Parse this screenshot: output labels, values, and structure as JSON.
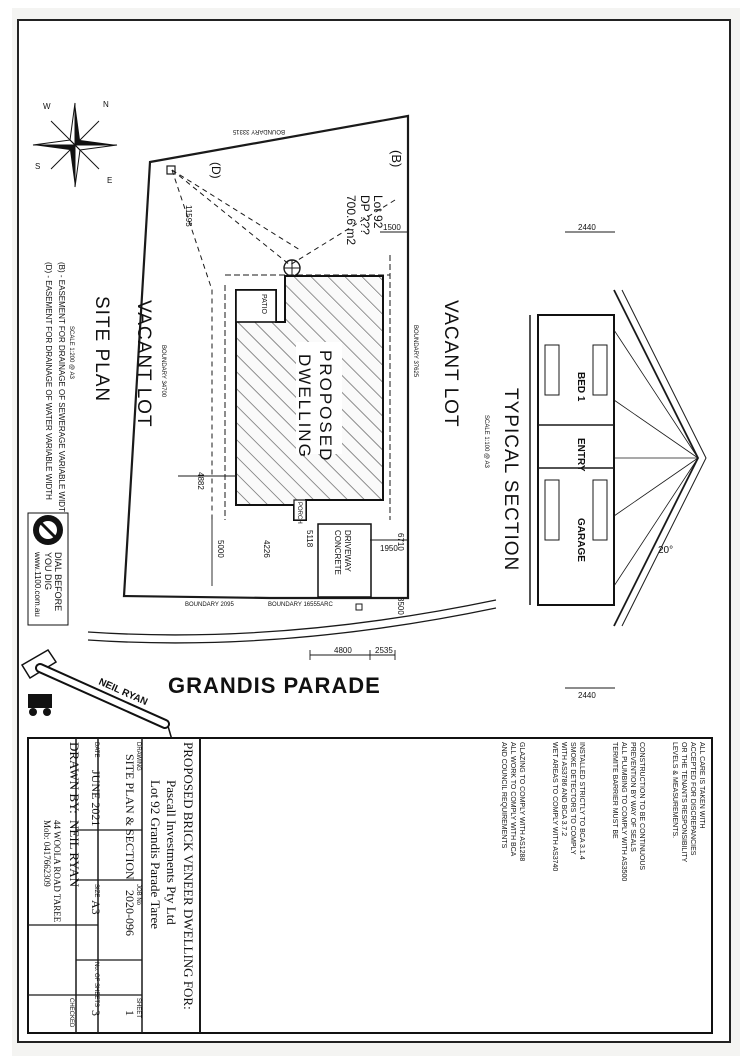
{
  "drawing": {
    "street": "GRANDIS PARADE",
    "site_plan_title": "SITE PLAN",
    "site_plan_scale": "SCALE 1:200 @ A3",
    "vacant_lot_left": "VACANT LOT",
    "vacant_lot_right": "VACANT LOT",
    "lot_label": "(B)",
    "lot_number": "Lot 92",
    "lot_dp": "DP ???",
    "lot_area": "700.6 m2",
    "easement_label": "(D)",
    "dwelling_line1": "PROPOSED",
    "dwelling_line2": "DWELLING",
    "patio": "PATIO",
    "porch": "PORCH",
    "driveway_line1": "DRIVEWAY",
    "driveway_line2": "CONCRETE",
    "boundary_top": "BOUNDARY 33315",
    "boundary_right": "BOUNDARY 37625",
    "boundary_left": "BOUNDARY 34700",
    "boundary_bottom_a": "BOUNDARY 2095",
    "boundary_bottom_b": "BOUNDARY 16555ARC",
    "dims": {
      "d1500": "1500",
      "d1950": "1950",
      "d6710": "6710",
      "d3500": "3500",
      "d4800": "4800",
      "d2535": "2535",
      "d4882": "4882",
      "d5000": "5000",
      "d4226": "4226",
      "d5118": "5118",
      "d11595": "11595",
      "d2440_top": "2440",
      "d2440_bottom": "2440"
    },
    "easement_note_b": "(B) - EASEMENT FOR DRAINAGE OF SEWERAGE VARIABLE WIDTH",
    "easement_note_d": "(D) - EASEMENT FOR DRAINAGE OF WATER VARIABLE WIDTH",
    "dial_before_line1": "DIAL BEFORE",
    "dial_before_line2": "YOU DIG",
    "dial_before_url": "www.1100.com.au",
    "section_title": "TYPICAL SECTION",
    "section_scale": "SCALE 1:100 @ A3",
    "section_entry": "ENTRY",
    "section_bed": "BED 1",
    "section_garage": "GARAGE",
    "section_pitch": "20°",
    "logo_text": "NEIL RYAN",
    "compass_letters": [
      "N",
      "E",
      "S",
      "W"
    ]
  },
  "title_block": {
    "project_line1": "PROPOSED BRICK VENEER DWELLING FOR:",
    "project_line2": "Pascall Investments Pty Ltd",
    "project_line3": "Lot 92 Grandis Parade  Taree",
    "drawing_label": "DRAWING",
    "drawing_value": "SITE PLAN & SECTION",
    "job_label": "JOB No",
    "job_value": "2020-096",
    "sheet_label": "SHEET",
    "sheet_value": "1",
    "sheets_label": "No. OF SHEETS",
    "sheets_value": "3",
    "date_label": "DATE",
    "date_value": "JUNE 2021",
    "drawn_label": "DRAWN BY:",
    "drawn_value": "NEIL RYAN",
    "address_line1": "44 WOOLA ROAD TAREE",
    "address_line2": "Mob: 0417662309",
    "checked_label": "CHECKED",
    "size_label": "SIZE",
    "size_value": "A3",
    "notes": [
      "ALL CARE IS TAKEN WITH",
      "ACCEPTED FOR DISCREPANCIES",
      "OR THE TENANTS RESPONSIBILITY",
      "LEVELS & MEASUREMENTS.",
      "CONSTRUCTION TO BE CONTINUOUS",
      "PREVENTION BY WAY OF SEALS",
      "ALL PLUMBING TO COMPLY WITH AS3500",
      "TERMITE BARRIER MUST BE",
      "INSTALLED STRICTLY TO BCA 3.1.4",
      "SMOKE DETECTORS TO COMPLY",
      "WITH AS3786 AND BCA 3.7.2",
      "WET AREAS TO COMPLY WITH AS3740",
      "GLAZING TO COMPLY WITH AS1288",
      "ALL WORK TO COMPLY WITH BCA",
      "AND COUNCIL REQUIREMENTS"
    ]
  }
}
